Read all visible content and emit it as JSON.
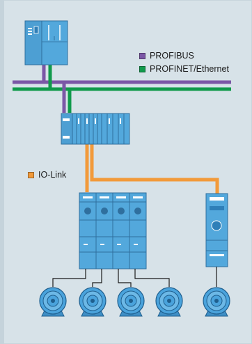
{
  "legend": {
    "profibus": {
      "label": "PROFIBUS",
      "color": "#7b57a6"
    },
    "profinet": {
      "label": "PROFINET/Ethernet",
      "color": "#109a4b"
    },
    "iolink": {
      "label": "IO-Link",
      "color": "#f29a3a"
    }
  },
  "colors": {
    "background": "#d7e2e8",
    "device_fill": "#53a8dc",
    "device_dark": "#2f7fb8",
    "motor_fill": "#4aa3dc",
    "wire": "#1a1a1a"
  },
  "devices": {
    "controller": "plc-cpu-icon",
    "io_station": "distributed-io-station-icon",
    "starters": "motor-starter-group-icon",
    "compact_starter": "compact-motor-starter-icon",
    "motors": [
      "motor-icon",
      "motor-icon",
      "motor-icon",
      "motor-icon",
      "motor-icon"
    ]
  }
}
